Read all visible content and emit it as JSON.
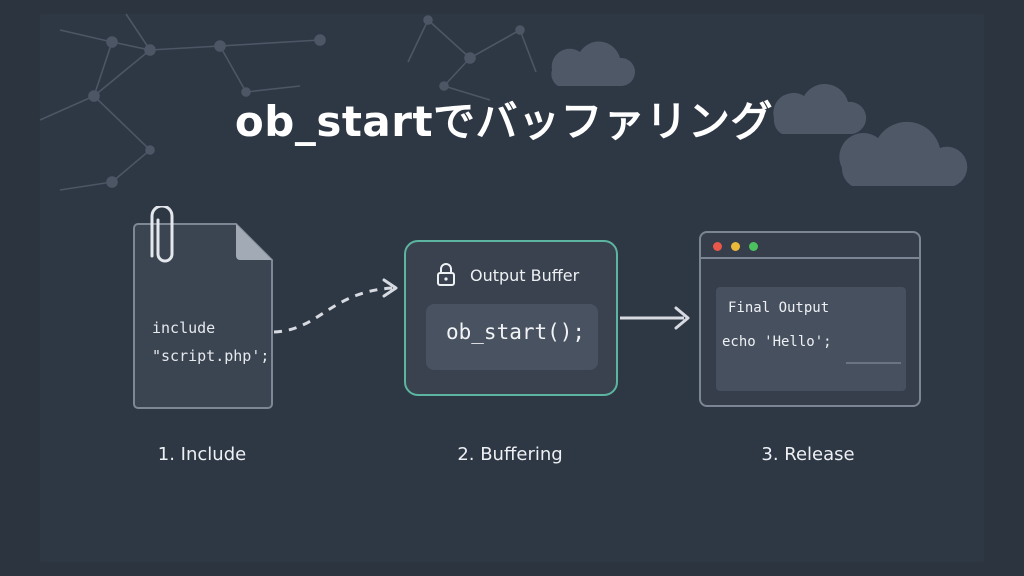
{
  "title": "ob_startでバッファリング",
  "steps": [
    {
      "label": "1. Include",
      "code_lines": [
        "include",
        "\"script.php';"
      ]
    },
    {
      "label": "2. Buffering",
      "card_title": "Output Buffer",
      "code": "ob_start();"
    },
    {
      "label": "3. Release",
      "panel_title": "Final Output",
      "code": "echo 'Hello';"
    }
  ],
  "icons": [
    "paperclip-icon",
    "document-icon",
    "lock-icon",
    "cloud-icon",
    "network-graph-icon"
  ],
  "colors": {
    "background": "#2c3440",
    "accent": "#5bb5a0",
    "window_dot_red": "#e8574a",
    "window_dot_yellow": "#e8b93a",
    "window_dot_green": "#4cc25f"
  }
}
